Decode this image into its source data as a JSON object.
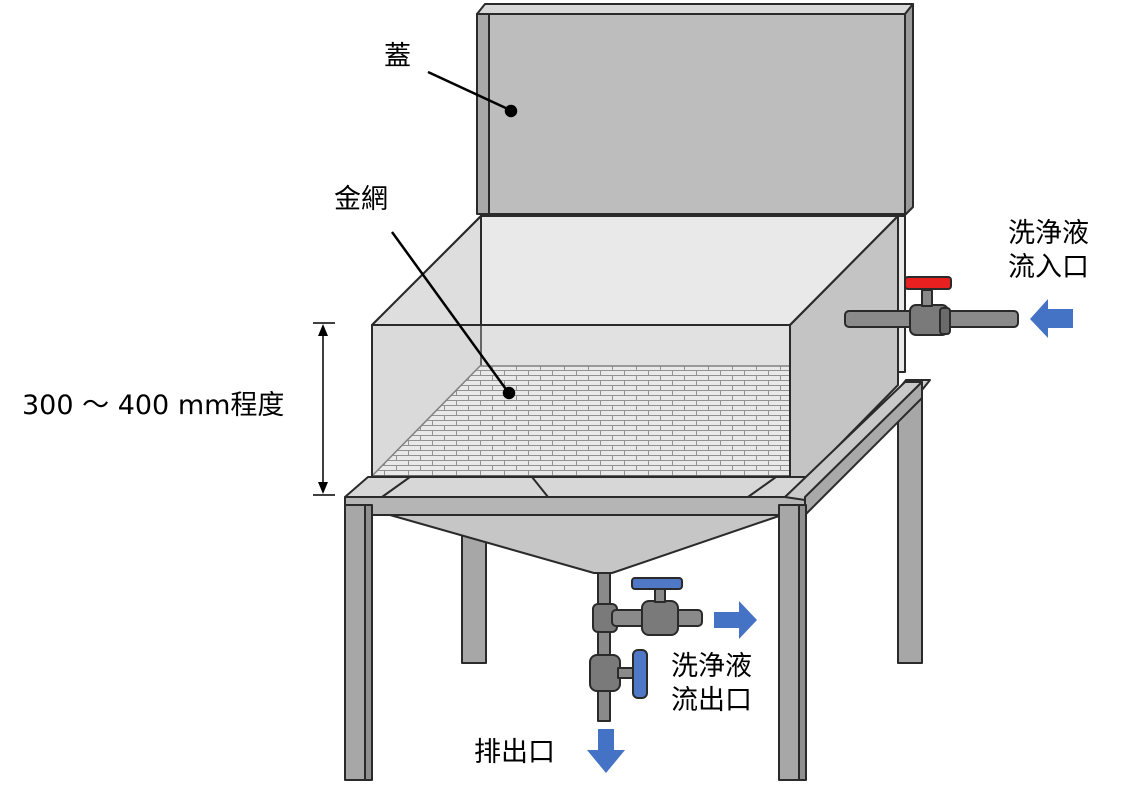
{
  "labels": {
    "lid": "蓋",
    "mesh": "金網",
    "height": "300 ～ 400 mm程度",
    "inlet_line1": "洗浄液",
    "inlet_line2": "流入口",
    "outlet_line1": "洗浄液",
    "outlet_line2": "流出口",
    "drain": "排出口"
  },
  "colors": {
    "outline": "#2a2a2a",
    "lid_fill": "#bdbdbd",
    "tank_front": "#d4d4d4",
    "tank_side": "#c4c4c4",
    "frame": "#a7a7a7",
    "pipe": "#8a8a8a",
    "inlet_valve_handle": "#e8201f",
    "outlet_valve_handle": "#4f79c6",
    "arrow": "#4472c4"
  },
  "icons": {
    "flow_arrow": "arrow-icon",
    "valve": "valve-icon"
  }
}
